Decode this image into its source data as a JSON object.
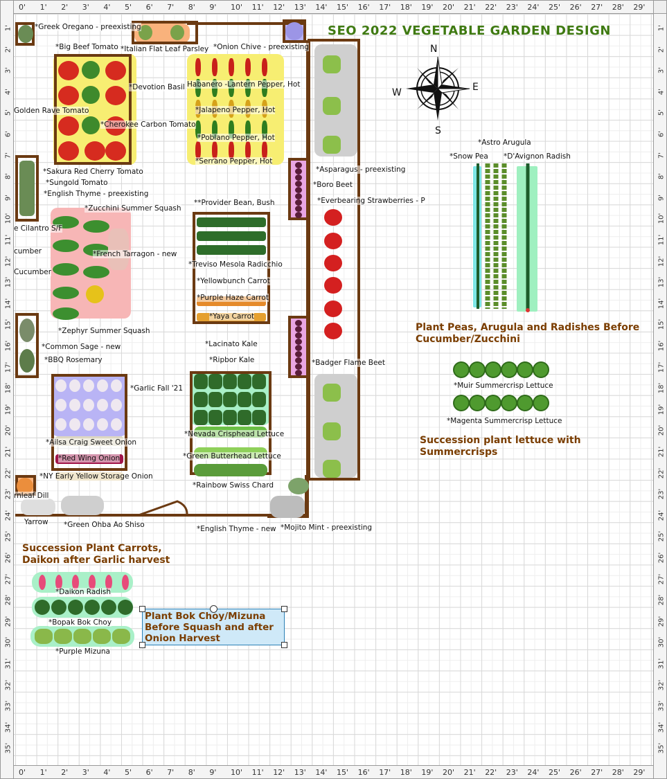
{
  "title": "SEO 2022 VEGETABLE GARDEN DESIGN",
  "ruler": {
    "top": [
      "0'",
      "1'",
      "2'",
      "3'",
      "4'",
      "5'",
      "6'",
      "7'",
      "8'",
      "9'",
      "10'",
      "11'",
      "12'",
      "13'",
      "14'",
      "15'",
      "16'",
      "17'",
      "18'",
      "19'",
      "20'",
      "21'",
      "22'",
      "23'",
      "24'",
      "25'",
      "26'",
      "27'",
      "28'",
      "29'"
    ],
    "left": [
      "1'",
      "2'",
      "3'",
      "4'",
      "5'",
      "6'",
      "7'",
      "8'",
      "9'",
      "10'",
      "11'",
      "12'",
      "13'",
      "14'",
      "15'",
      "16'",
      "17'",
      "18'",
      "19'",
      "20'",
      "21'",
      "22'",
      "23'",
      "24'",
      "25'",
      "26'",
      "27'",
      "28'",
      "29'",
      "30'",
      "31'",
      "32'",
      "33'",
      "34'",
      "35'"
    ]
  },
  "compass": {
    "n": "N",
    "s": "S",
    "e": "E",
    "w": "W"
  },
  "labels": {
    "greek_oregano": "*Greek Oregano - preexisting",
    "big_beef": "*Big Beef Tomato",
    "parsley": "*Italian Flat Leaf Parsley",
    "onion_chive": "*Onion Chive - preexisting",
    "habanero": "Habanero -Lantern Pepper, Hot",
    "devotion_basil": "*Devotion Basil",
    "golden_rave": "Golden Rave Tomato",
    "cherokee": "*Cherokee Carbon Tomato",
    "jalapeno": "*Jalapeno Pepper, Hot",
    "poblano": "*Poblano Pepper, Hot",
    "serrano": "*Serrano Pepper, Hot",
    "sakura": "*Sakura Red Cherry Tomato",
    "sungold": "*Sungold Tomato",
    "english_thyme_pre": "*English Thyme - preexisting",
    "zucchini": "*Zucchini Summer Squash",
    "provider_bean": "**Provider Bean, Bush",
    "asparagus_1": "*Asparagus - preexisting",
    "boro_beet": "*Boro Beet",
    "strawberries": "*Everbearing Strawberries - P",
    "cilantro": "e Cilantro S/F",
    "cucumber_1": "cumber",
    "cucumber_2": "Cucumber",
    "french_tarragon": "*French Tarragon - new",
    "treviso": "*Treviso Mesola Radicchio",
    "yellowbunch": "*Yellowbunch Carrot",
    "purple_haze": "*Purple Haze Carrot",
    "yaya": "*Yaya Carrot",
    "zephyr": "*Zephyr Summer Squash",
    "lacinato": "*Lacinato Kale",
    "common_sage": "*Common Sage - new",
    "bbq_rosemary": "*BBQ Rosemary",
    "ripbor": "*Ripbor Kale",
    "badger_beet": "*Badger Flame Beet",
    "garlic": "*Garlic Fall '21",
    "nevada": "*Nevada Crisphead Lettuce",
    "ailsa": "*Ailsa Craig Sweet Onion",
    "green_butterhead": "*Green Butterhead Lettuce",
    "red_wing": "*Red Wing Onion",
    "ny_yellow": "*NY Early Yellow Storage Onion",
    "rainbow_chard": "*Rainbow Swiss Chard",
    "fernleaf_dill": "rnleaf Dill",
    "yarrow": "Yarrow",
    "shiso": "*Green Ohba Ao Shiso",
    "english_thyme_new": "*English Thyme - new",
    "mojito_mint": "*Mojito Mint - preexisting",
    "astro_arugula": "*Astro Arugula",
    "snow_pea": "*Snow Pea",
    "davignon": "*D'Avignon Radish",
    "muir": "*Muir Summercrisp Lettuce",
    "magenta": "*Magenta Summercrisp Lettuce",
    "daikon": "*Daikon Radish",
    "bopak": "*Bopak Bok Choy",
    "mizuna": "*Purple Mizuna"
  },
  "notes": {
    "peas_arugula": "Plant Peas, Arugula and Radishes Before Cucumber/Zucchini",
    "lettuce_succession": "Succession plant lettuce with Summercrisps",
    "carrots_daikon": "Succession Plant Carrots, Daikon after Garlic harvest",
    "bok_choy": "Plant Bok Choy/Mizuna Before Squash and after Onion Harvest"
  },
  "colors": {
    "bed_border": "#6b3a12",
    "title_green": "#3f7a12",
    "note_brown": "#7a3d00",
    "tomato_highlight": "#f7ee72",
    "squash_highlight": "#f7b6b6",
    "asparagus_highlight": "#cfcfcf",
    "garlic_highlight": "#b9b4f5",
    "kale_highlight": "#a9f0c8",
    "selection_fill": "#cfe9f8"
  }
}
